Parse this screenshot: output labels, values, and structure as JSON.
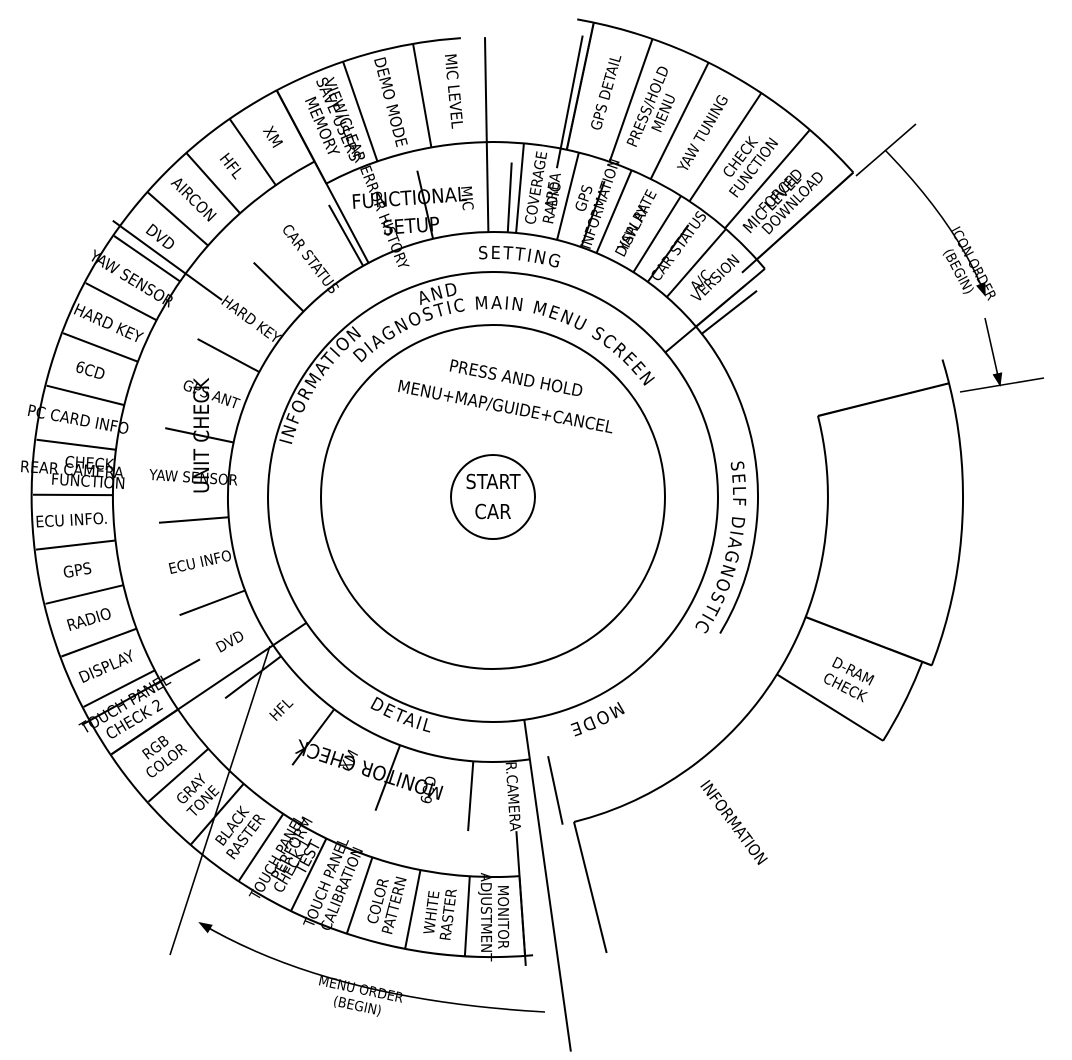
{
  "center": {
    "line1": "START",
    "line2": "CAR"
  },
  "instructions": {
    "line1": "PRESS AND HOLD",
    "line2": "MENU+MAP/GUIDE+CANCEL"
  },
  "ring_main": "DIAGNOSTIC MAIN MENU SCREEN",
  "ring_modes": {
    "info": "INFORMATION",
    "and": "AND",
    "setting": "SETTING",
    "self_diag": "SELF DIAGNOSTIC",
    "mode": "MODE",
    "detail": "DETAIL"
  },
  "categories": {
    "unit_check": "UNIT CHECK",
    "functional_setup": [
      "FUNCTIONAL",
      "SETUP"
    ],
    "monitor_check": "MONITOR CHECK"
  },
  "unit_check_items": [
    "TOUCH PANEL|CHECK 2",
    "DISPLAY",
    "RADIO",
    "GPS",
    "ECU INFO.",
    "REAR CAMERA",
    "PC CARD INFO",
    "6CD",
    "HARD KEY",
    "YAW SENSOR",
    "DVD",
    "AIRCON",
    "HFL",
    "XM"
  ],
  "functional_setup_items": [
    "SAVE USERS|MEMORY",
    "DEMO MODE",
    "MIC LEVEL"
  ],
  "setting_inner_items": [
    "COVERAGE|AREA",
    "GPS|INFORMATION",
    "YAW RATE",
    "CAR STATUS",
    "VERSION"
  ],
  "setting_outer_items": [
    "GPS DETAIL",
    "PRESS/HOLD|MENU",
    "YAW TUNING",
    "CHECK|FUNCTION",
    "FORCED|DOWNLOAD"
  ],
  "self_diag_items": [
    "A/C",
    "DISPLAY",
    "RADIO",
    "MIC",
    "ERROR HISTORY",
    "CAR STATUS",
    "HARD KEY",
    "GPS ANT",
    "YAW SENSOR",
    "ECU INFO",
    "DVD",
    "HFL",
    "XM",
    "6CD",
    "R.CAMERA"
  ],
  "self_diag_sub_items": [
    "MIC LEVEL",
    "VIEW/CLEAR",
    "CHECK|FUNCTION",
    "PERFORM|TEST",
    "INFORMATION"
  ],
  "dram_check": "D-RAM|CHECK",
  "monitor_items": [
    "MONITOR|ADJUSTMENT",
    "WHITE|RASTER",
    "COLOR|PATTERN",
    "TOUCH PANEL|CALIBRATION",
    "TOUCH PANEL|CHECK 1",
    "BLACK|RASTER",
    "GRAY|TONE",
    "RGB|COLOR"
  ],
  "annotations": {
    "icon_order": [
      "ICON ORDER",
      "(BEGIN)"
    ],
    "menu_order": [
      "MENU ORDER",
      "(BEGIN)"
    ]
  }
}
